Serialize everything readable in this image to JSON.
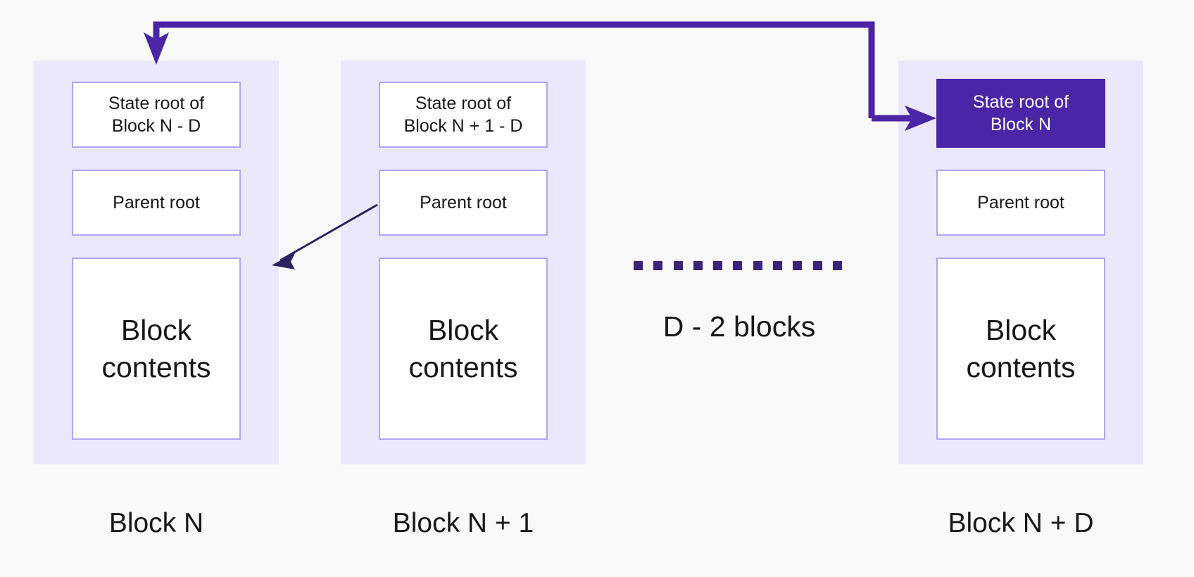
{
  "diagram": {
    "title_text_visible": false,
    "colors": {
      "background": "#f9f9fa",
      "panel": "#ebe8fb",
      "box_border": "#b3a4f5",
      "box_fill": "#ffffff",
      "highlight_fill": "#4a25a6",
      "highlight_text": "#ffffff",
      "thick_arrow": "#4a25a6",
      "thin_arrow": "#2e2160",
      "dots": "#3b2378",
      "text": "#17171a"
    },
    "columns": [
      {
        "id": "block-n",
        "caption": "Block N",
        "state_root_label": "State root of\nBlock N - D",
        "parent_root_label": "Parent root",
        "contents_label": "Block\ncontents",
        "state_root_highlighted": false
      },
      {
        "id": "block-n-plus-1",
        "caption": "Block N + 1",
        "state_root_label": "State root of\nBlock N + 1 - D",
        "parent_root_label": "Parent root",
        "contents_label": "Block\ncontents",
        "state_root_highlighted": false
      },
      {
        "id": "block-n-plus-d",
        "caption": "Block N + D",
        "state_root_label": "State root of\nBlock N",
        "parent_root_label": "Parent root",
        "contents_label": "Block\ncontents",
        "state_root_highlighted": true
      }
    ],
    "gap": {
      "label": "D - 2 blocks",
      "dot_count": 11
    }
  }
}
